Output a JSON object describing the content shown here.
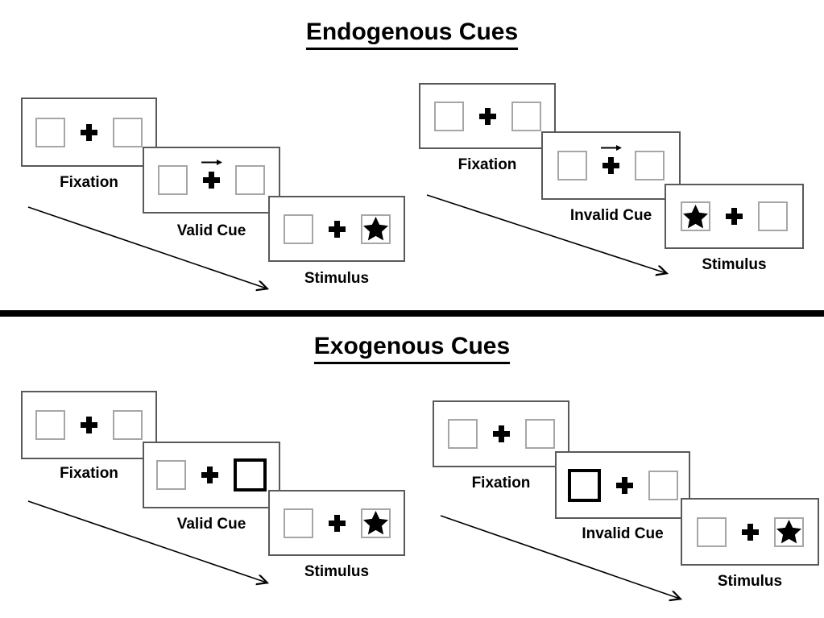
{
  "diagram": {
    "kind": "posner-attention-cueing-paradigm",
    "divider": {
      "present": true,
      "color": "#000000"
    }
  },
  "colors": {
    "background": "#ffffff",
    "panel_border": "#595959",
    "placeholder_box_border": "#a6a6a6",
    "highlight_box_border": "#000000",
    "text": "#000000",
    "divider": "#000000",
    "arrow": "#000000"
  },
  "icons": {
    "fixation_cross": "plus-cross-icon",
    "cue_arrow": "right-arrow-icon",
    "stimulus_star": "five-point-star-icon",
    "timeline_arrow": "diagonal-down-right-arrow-icon"
  },
  "sections": [
    {
      "title": "Endogenous Cues",
      "sequences": [
        {
          "name": "valid-trial",
          "timeline_arrow_direction": "down-right",
          "panels": [
            {
              "label": "Fixation",
              "kind": "fixation"
            },
            {
              "label": "Valid Cue",
              "kind": "arrow-cue",
              "cue_arrow_direction": "right"
            },
            {
              "label": "Stimulus",
              "kind": "stimulus",
              "star_side": "right"
            }
          ]
        },
        {
          "name": "invalid-trial",
          "timeline_arrow_direction": "down-right",
          "panels": [
            {
              "label": "Fixation",
              "kind": "fixation"
            },
            {
              "label": "Invalid Cue",
              "kind": "arrow-cue",
              "cue_arrow_direction": "right"
            },
            {
              "label": "Stimulus",
              "kind": "stimulus",
              "star_side": "left"
            }
          ]
        }
      ]
    },
    {
      "title": "Exogenous Cues",
      "sequences": [
        {
          "name": "valid-trial",
          "timeline_arrow_direction": "down-right",
          "panels": [
            {
              "label": "Fixation",
              "kind": "fixation"
            },
            {
              "label": "Valid Cue",
              "kind": "highlight-cue",
              "highlighted_box": "right"
            },
            {
              "label": "Stimulus",
              "kind": "stimulus",
              "star_side": "right"
            }
          ]
        },
        {
          "name": "invalid-trial",
          "timeline_arrow_direction": "down-right",
          "panels": [
            {
              "label": "Fixation",
              "kind": "fixation"
            },
            {
              "label": "Invalid Cue",
              "kind": "highlight-cue",
              "highlighted_box": "left"
            },
            {
              "label": "Stimulus",
              "kind": "stimulus",
              "star_side": "right"
            }
          ]
        }
      ]
    }
  ]
}
